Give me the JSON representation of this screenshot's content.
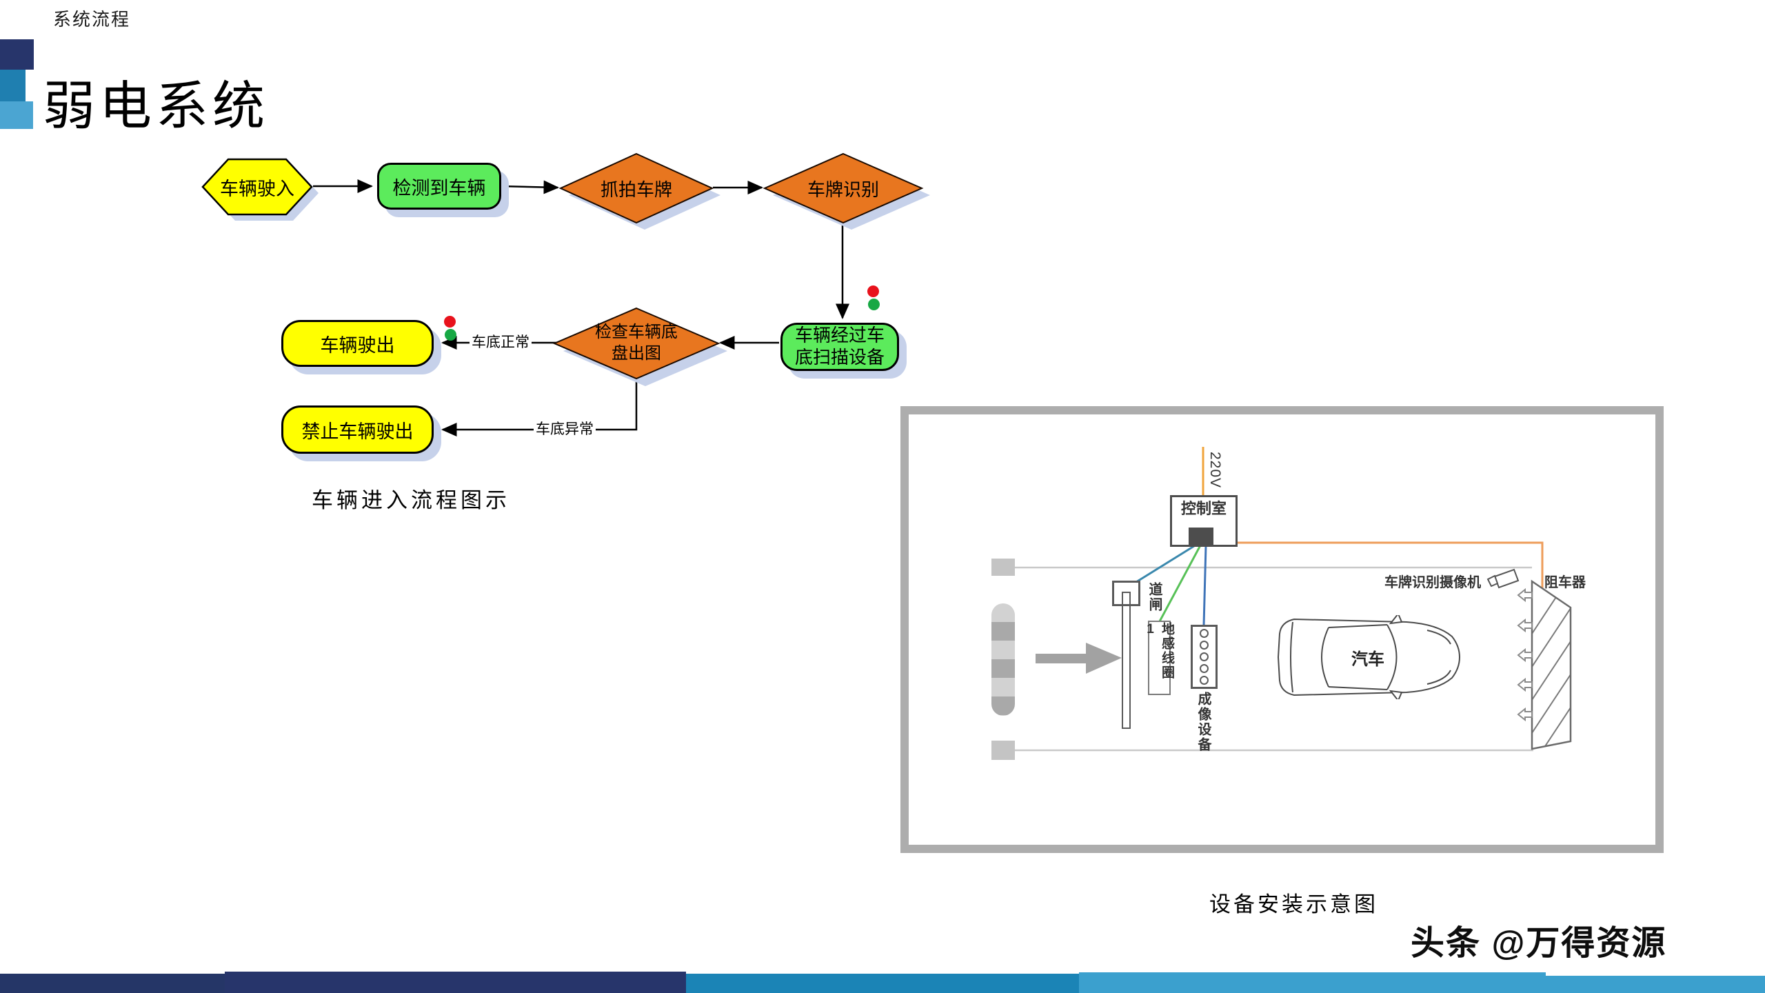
{
  "header": {
    "eyebrow": "系统流程",
    "title": "弱电系统"
  },
  "flowchart": {
    "caption": "车辆进入流程图示",
    "nodes": {
      "enter": "车辆驶入",
      "detect": "检测到车辆",
      "capture": "抓拍车牌",
      "recognize": "车牌识别",
      "scan_l1": "车辆经过车",
      "scan_l2": "底扫描设备",
      "check_l1": "检查车辆底",
      "check_l2": "盘出图",
      "exit": "车辆驶出",
      "forbid": "禁止车辆驶出"
    },
    "edge_labels": {
      "normal": "车底正常",
      "abnormal": "车底异常"
    },
    "colors": {
      "yellow": "#FFFF00",
      "green": "#5CEB5C",
      "orange": "#E8761F",
      "shadow": "#C6D1EA",
      "light_red": "#E8121C",
      "light_green": "#17A844"
    }
  },
  "diagram": {
    "caption": "设备安装示意图",
    "labels": {
      "power": "220V",
      "control_room": "控制室",
      "barrier_gate": "道闸",
      "ground_coil": "地感线圈1",
      "imaging_device": "成像设备",
      "car": "汽车",
      "camera": "车牌识别摄像机",
      "blocker": "阻车器"
    },
    "wires": {
      "power": "#F0A43C",
      "blocker": "#EE9C5A",
      "gate": "#3A88AD",
      "coil": "#58C158",
      "imaging": "#3F74B8"
    }
  },
  "watermark": "头条 @万得资源",
  "footer": {
    "segments": [
      {
        "color": "#253667"
      },
      {
        "color": "#27356B"
      },
      {
        "color": "#1B84B6"
      },
      {
        "color": "#3BA0CE"
      },
      {
        "color": "#3BA0CE"
      }
    ]
  }
}
